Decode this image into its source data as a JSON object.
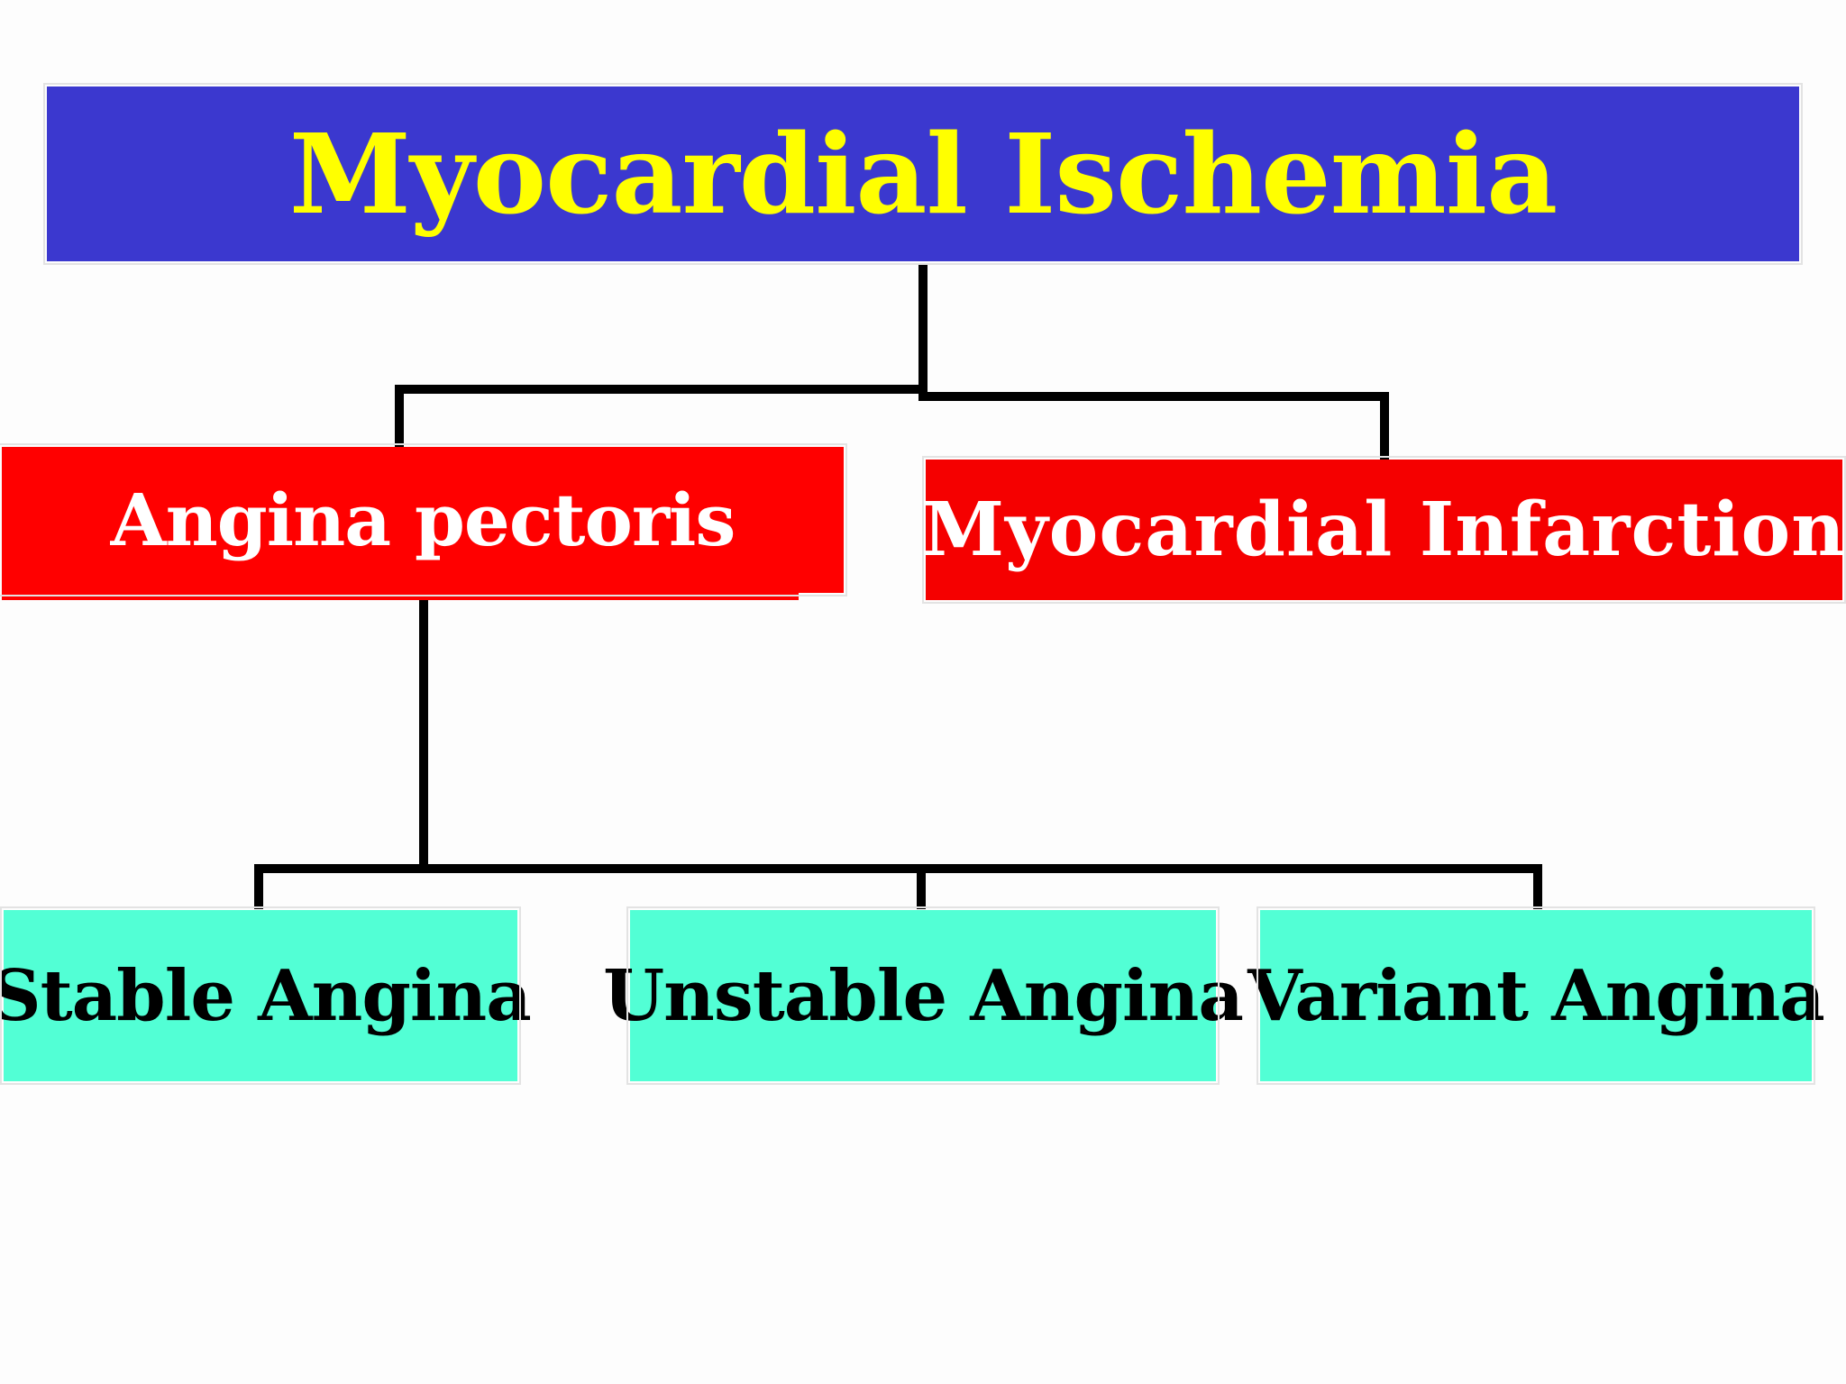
{
  "diagram": {
    "nodes": {
      "root": {
        "label": "Myocardial Ischemia",
        "fill": "#3b38cf",
        "text_color": "#ffff00"
      },
      "angina": {
        "label": "Angina pectoris",
        "fill": "#ff0000",
        "text_color": "#ffffff"
      },
      "infarction": {
        "label": "Myocardial Infarction",
        "fill": "#f50000",
        "text_color": "#ffffff"
      },
      "stable": {
        "label": "Stable Angina",
        "fill": "#52ffd5",
        "text_color": "#000000"
      },
      "unstable": {
        "label": "Unstable Angina",
        "fill": "#52ffd5",
        "text_color": "#000000"
      },
      "variant": {
        "label": "Variant Angina",
        "fill": "#52ffd5",
        "text_color": "#000000"
      }
    },
    "edges": [
      {
        "from": "root",
        "to": "angina"
      },
      {
        "from": "root",
        "to": "infarction"
      },
      {
        "from": "angina",
        "to": "stable"
      },
      {
        "from": "angina",
        "to": "unstable"
      },
      {
        "from": "angina",
        "to": "variant"
      }
    ],
    "connector_color": "#000000"
  }
}
